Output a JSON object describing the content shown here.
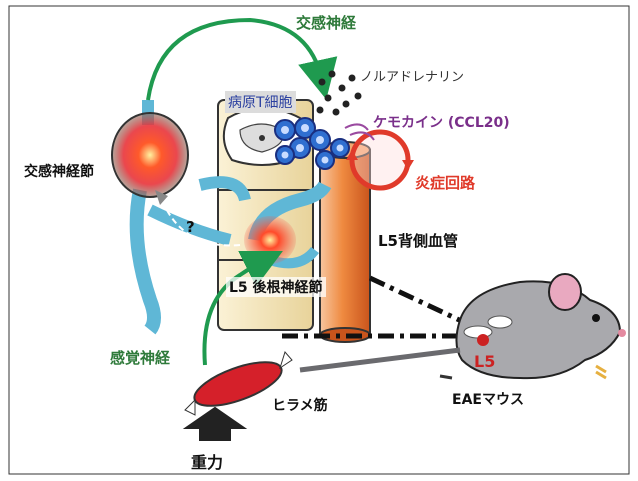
{
  "labels": {
    "sympathetic_nerve": "交感神経",
    "noradrenaline": "ノルアドレナリン",
    "pathogenic_t_cell": "病原T細胞",
    "chemokine": "ケモカイン (CCL20)",
    "sympathetic_ganglion": "交感神経節",
    "inflammation_circuit": "炎症回路",
    "l5_dorsal_vessel": "L5背側血管",
    "question_mark": "?",
    "l5_drg": "L5 後根神経節",
    "sensory_nerve": "感覚神経",
    "soleus_muscle": "ヒラメ筋",
    "eae_mouse": "EAEマウス",
    "l5_mouse": "L5",
    "gravity": "重力"
  },
  "colors": {
    "sympathetic_text": "#2e7a3a",
    "chemokine_text": "#7a2f8a",
    "inflammation_text": "#e03a2a",
    "t_cell_text": "#2a3fa0",
    "nerve_blue": "#5fb7d6",
    "vessel_orange": "#e98a3c",
    "arrow_green": "#1f9a4f"
  }
}
